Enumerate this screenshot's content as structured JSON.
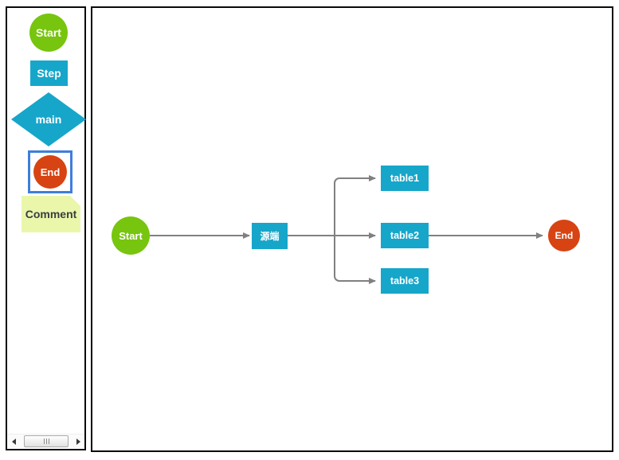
{
  "palette": {
    "items": [
      {
        "id": "start",
        "label": "Start",
        "shape": "circle",
        "color": "#77C50E"
      },
      {
        "id": "step",
        "label": "Step",
        "shape": "rect",
        "color": "#16A6CA"
      },
      {
        "id": "main",
        "label": "main",
        "shape": "diamond",
        "color": "#16A6CA"
      },
      {
        "id": "end",
        "label": "End",
        "shape": "circle",
        "color": "#D74312",
        "selected": true
      },
      {
        "id": "comment",
        "label": "Comment",
        "shape": "note",
        "color": "#EAF7AB"
      }
    ]
  },
  "canvas": {
    "nodes": [
      {
        "id": "start",
        "label": "Start",
        "type": "circle",
        "color": "#77C50E"
      },
      {
        "id": "source",
        "label": "源端",
        "type": "rect",
        "color": "#16A6CA"
      },
      {
        "id": "table1",
        "label": "table1",
        "type": "rect",
        "color": "#16A6CA"
      },
      {
        "id": "table2",
        "label": "table2",
        "type": "rect",
        "color": "#16A6CA"
      },
      {
        "id": "table3",
        "label": "table3",
        "type": "rect",
        "color": "#16A6CA"
      },
      {
        "id": "end",
        "label": "End",
        "type": "circle",
        "color": "#D74312"
      }
    ],
    "edges": [
      {
        "from": "start",
        "to": "source"
      },
      {
        "from": "source",
        "to": "table1"
      },
      {
        "from": "source",
        "to": "table2"
      },
      {
        "from": "source",
        "to": "table3"
      },
      {
        "from": "table2",
        "to": "end"
      }
    ]
  },
  "colors": {
    "node_green": "#77C50E",
    "node_blue": "#16A6CA",
    "node_red": "#D74312",
    "selection_border": "#3E7EDC",
    "comment_bg": "#EAF7AB",
    "comment_text": "#3A3D40",
    "edge_gray": "#808080",
    "panel_border": "#0A0A0A"
  }
}
